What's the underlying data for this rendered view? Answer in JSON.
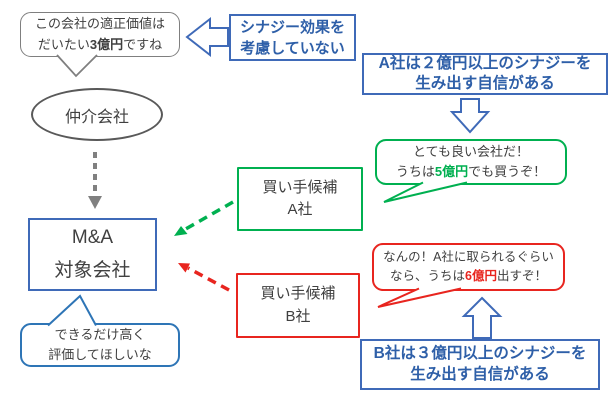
{
  "colors": {
    "blue_border": "#3f6ab8",
    "blue_text": "#2e5fa8",
    "green": "#00b050",
    "red": "#e8251f",
    "gray_border": "#7f7f7f",
    "gray_dark": "#595959",
    "text_dark": "#404040"
  },
  "broker_bubble": {
    "line1": "この会社の適正価値は",
    "line2_pre": "だいたい",
    "line2_em": "3億円",
    "line2_post": "ですね"
  },
  "synergy_note": {
    "line1": "シナジー効果を",
    "line2": "考慮していない"
  },
  "broker": {
    "label": "仲介会社"
  },
  "a_confidence": {
    "line1": "A社は２億円以上のシナジーを",
    "line2": "生み出す自信がある"
  },
  "b_confidence": {
    "line1": "B社は３億円以上のシナジーを",
    "line2": "生み出す自信がある"
  },
  "a_bubble": {
    "line1": "とても良い会社だ！",
    "line2_pre": "うちは",
    "line2_em": "5億円",
    "line2_post": "でも買うぞ！"
  },
  "b_bubble": {
    "line1": "なんの！A社に取られるぐらい",
    "line2_pre": "なら、うちは",
    "line2_em": "6億円",
    "line2_post": "出すぞ！"
  },
  "buyer_a_box": {
    "line1": "買い手候補",
    "line2": "A社"
  },
  "buyer_b_box": {
    "line1": "買い手候補",
    "line2": "B社"
  },
  "target_box": {
    "line1": "M&A",
    "line2": "対象会社"
  },
  "target_bubble": {
    "line1": "できるだけ高く",
    "line2": "評価してほしいな"
  }
}
